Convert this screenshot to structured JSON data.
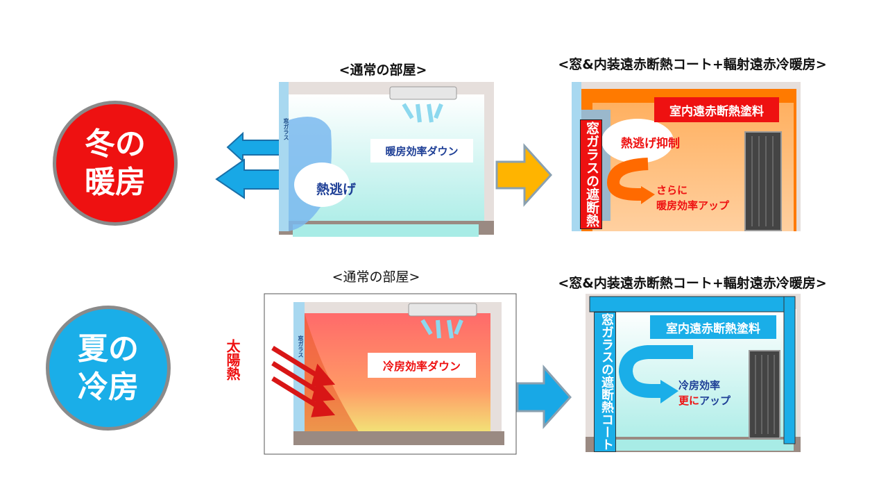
{
  "winter": {
    "circle": {
      "line1": "冬の",
      "line2": "暖房",
      "color": "#ee1111"
    },
    "normal_caption": "<通常の部屋>",
    "window_label": "窓ガラス",
    "heat_escape": "熱逃げ",
    "efficiency_down": "暖房効率ダウン",
    "improved_caption": "<窓&内装遠赤断熱コート+輻射遠赤冷暖房>",
    "interior_paint": "室内遠赤断熱塗料",
    "heat_suppress": "熱逃げ抑制",
    "window_shield": "窓ガラスの遮断熱",
    "efficiency_up_1": "さらに",
    "efficiency_up_2": "暖房効率アップ"
  },
  "summer": {
    "circle": {
      "line1": "夏の",
      "line2": "冷房",
      "color": "#1aaee8"
    },
    "normal_caption": "<通常の部屋>",
    "window_label": "窓ガラス",
    "solar_heat": "太陽熱",
    "efficiency_down": "冷房効率ダウン",
    "improved_caption": "<窓&内装遠赤断熱コート+輻射遠赤冷暖房>",
    "interior_paint": "室内遠赤断熱塗料",
    "window_shield": "窓ガラスの遮断熱コート",
    "efficiency_up_1": "冷房効率",
    "efficiency_up_2a": "更に",
    "efficiency_up_2b": "アップ"
  },
  "colors": {
    "winter_red": "#ee1111",
    "summer_blue": "#1aaee8",
    "arrow_blue": "#18a8e6",
    "arrow_yellow": "#ffb400",
    "orange": "#ff7a00"
  }
}
